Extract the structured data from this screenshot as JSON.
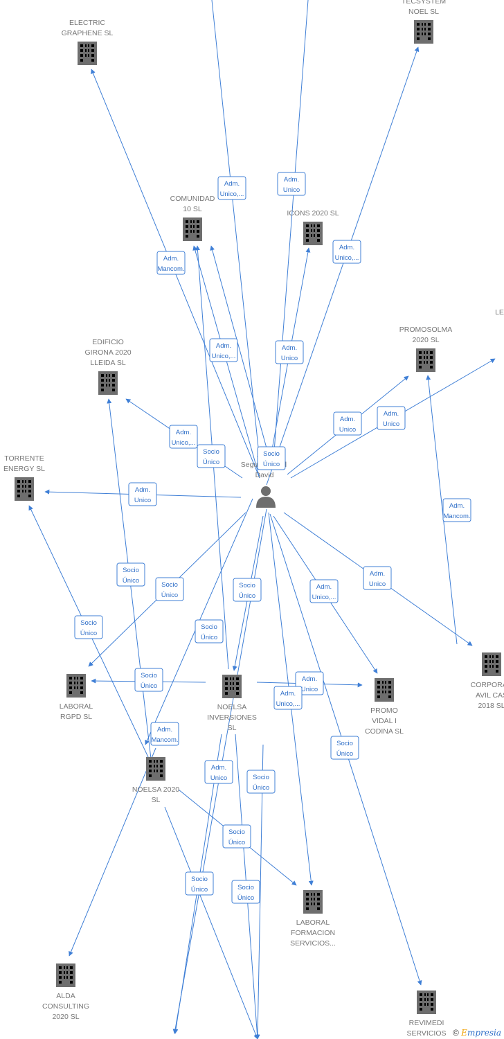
{
  "colors": {
    "edge": "#3f7fd6",
    "node": "#6e6e6e",
    "label": "#777777"
  },
  "center": {
    "lines": [
      "Segu",
      "ol",
      "David"
    ],
    "icon": "person-icon"
  },
  "nodes": [
    {
      "id": "tecsystem",
      "lines": [
        "TECSYSTEM",
        "NOEL SL"
      ]
    },
    {
      "id": "electric",
      "lines": [
        "ELECTRIC",
        "GRAPHENE  SL"
      ]
    },
    {
      "id": "comunidad",
      "lines": [
        "COMUNIDAD",
        "10  SL"
      ]
    },
    {
      "id": "icons",
      "lines": [
        "ICONS 2020  SL"
      ]
    },
    {
      "id": "lex",
      "lines": [
        "LEX"
      ]
    },
    {
      "id": "promosolma",
      "lines": [
        "PROMOSOLMA",
        "2020  SL"
      ]
    },
    {
      "id": "edificio",
      "lines": [
        "EDIFICIO",
        "GIRONA 2020",
        "LLEIDA  SL"
      ]
    },
    {
      "id": "torrente",
      "lines": [
        "TORRENTE",
        "ENERGY SL"
      ]
    },
    {
      "id": "laboral_rgpd",
      "lines": [
        "LABORAL",
        "RGPD  SL"
      ]
    },
    {
      "id": "noelsa_inv",
      "lines": [
        "NOELSA",
        "INVERSIONES",
        "SL"
      ]
    },
    {
      "id": "promo_vidal",
      "lines": [
        "PROMO",
        "VIDAL I",
        "CODINA  SL"
      ]
    },
    {
      "id": "corporac",
      "lines": [
        "CORPORAC",
        "AVIL CAS",
        "2018  SL"
      ]
    },
    {
      "id": "noelsa2020",
      "lines": [
        "NOELSA 2020",
        "SL"
      ]
    },
    {
      "id": "laboral_form",
      "lines": [
        "LABORAL",
        "FORMACION",
        "SERVICIOS..."
      ]
    },
    {
      "id": "alda",
      "lines": [
        "ALDA",
        "CONSULTING",
        "2020  SL"
      ]
    },
    {
      "id": "revimedi",
      "lines": [
        "REVIMEDI",
        "SERVICIOS"
      ]
    }
  ],
  "edge_labels": [
    {
      "lines": [
        "Adm.",
        "Unico,..."
      ]
    },
    {
      "lines": [
        "Adm.",
        "Unico"
      ]
    },
    {
      "lines": [
        "Adm.",
        "Unico,..."
      ]
    },
    {
      "lines": [
        "Adm.",
        "Mancom."
      ]
    },
    {
      "lines": [
        "Adm.",
        "Unico,..."
      ]
    },
    {
      "lines": [
        "Adm.",
        "Unico"
      ]
    },
    {
      "lines": [
        "Adm.",
        "Unico"
      ]
    },
    {
      "lines": [
        "Adm.",
        "Unico"
      ]
    },
    {
      "lines": [
        "Adm.",
        "Unico,..."
      ]
    },
    {
      "lines": [
        "Socio",
        "Único"
      ]
    },
    {
      "lines": [
        "Socio",
        "Único"
      ]
    },
    {
      "lines": [
        "Adm.",
        "Unico"
      ]
    },
    {
      "lines": [
        "Socio",
        "Único"
      ]
    },
    {
      "lines": [
        "Socio",
        "Único"
      ]
    },
    {
      "lines": [
        "Socio",
        "Único"
      ]
    },
    {
      "lines": [
        "Adm.",
        "Unico,..."
      ]
    },
    {
      "lines": [
        "Adm.",
        "Unico"
      ]
    },
    {
      "lines": [
        "Adm.",
        "Mancom."
      ]
    },
    {
      "lines": [
        "Socio",
        "Único"
      ]
    },
    {
      "lines": [
        "Socio",
        "Único"
      ]
    },
    {
      "lines": [
        "Socio",
        "Único"
      ]
    },
    {
      "lines": [
        "Adm.",
        "Unico"
      ]
    },
    {
      "lines": [
        "Adm.",
        "Mancom."
      ]
    },
    {
      "lines": [
        "Adm.",
        "Unico,..."
      ]
    },
    {
      "lines": [
        "Socio",
        "Único"
      ]
    },
    {
      "lines": [
        "Adm.",
        "Unico"
      ]
    },
    {
      "lines": [
        "Socio",
        "Único"
      ]
    },
    {
      "lines": [
        "Socio",
        "Único"
      ]
    },
    {
      "lines": [
        "Socio",
        "Único"
      ]
    },
    {
      "lines": [
        "Socio",
        "Único"
      ]
    }
  ],
  "footer": {
    "copyright": "©",
    "brand_first": "E",
    "brand_rest": "mpresia"
  }
}
